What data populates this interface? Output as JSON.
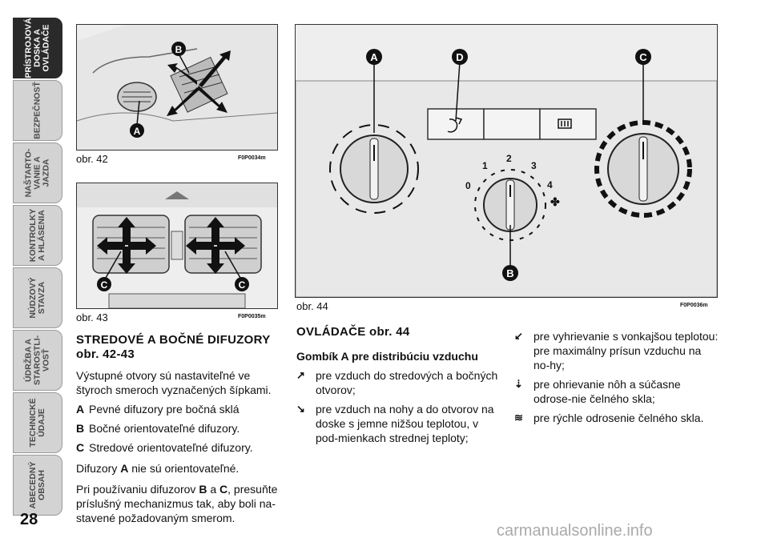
{
  "page_number": "28",
  "side_tabs": [
    {
      "label": "PRÍSTROJOVÁ\nDOSKA A\nOVLÁDAČE",
      "active": true
    },
    {
      "label": "BEZPEČNOSŤ",
      "active": false
    },
    {
      "label": "NAŠTARTO-\nVANIE A\nJAZDA",
      "active": false
    },
    {
      "label": "KONTROLKY\nA HLÁSENIA",
      "active": false
    },
    {
      "label": "NÚDZOVÝ\nSTAVZA",
      "active": false
    },
    {
      "label": "ÚDRŽBA A\nSTAROSTLI-\nVOSŤ",
      "active": false
    },
    {
      "label": "TECHNICKÉ\nÚDAJE",
      "active": false
    },
    {
      "label": "ABECEDNÝ\nOBSAH",
      "active": false
    }
  ],
  "fig42": {
    "caption": "obr. 42",
    "code": "F0P0034m",
    "label_a": "A",
    "label_b": "B"
  },
  "fig43": {
    "caption": "obr. 43",
    "code": "F0P0035m",
    "label_c": "C"
  },
  "fig44": {
    "caption": "obr. 44",
    "code": "F0P0036m",
    "label_a": "A",
    "label_b": "B",
    "label_c": "C",
    "label_d": "D",
    "fan_levels": [
      "0",
      "1",
      "2",
      "3",
      "4"
    ]
  },
  "left_text": {
    "heading": "STREDOVÉ A BOČNÉ DIFUZORY",
    "heading2": "obr. 42-43",
    "intro": "Výstupné otvory sú nastaviteľné ve štyroch smeroch vyznačených šípkami.",
    "items": [
      {
        "key": "A",
        "text": "Pevné difuzory pre bočná sklá"
      },
      {
        "key": "B",
        "text": "Bočné orientovateľné difuzory."
      },
      {
        "key": "C",
        "text": "Stredové orientovateľné difuzory."
      }
    ],
    "note_prefix": "Difuzory ",
    "note_key": "A",
    "note_suffix": " nie sú orientovateľné.",
    "use_a": "Pri používaniu difuzorov ",
    "use_b": "B",
    "use_c": " a ",
    "use_d": "C",
    "use_e": ", presuňte príslušný mechanizmus tak, aby boli na-stavené požadovaným smerom."
  },
  "mid_text": {
    "heading": "OVLÁDAČE obr. 44",
    "subheading": "Gombík A pre distribúciu vzduchu",
    "items": [
      {
        "icon": "face-vent-icon",
        "text": "pre vzduch do stredových a bočných otvorov;"
      },
      {
        "icon": "feet-vent-icon",
        "text": "pre vzduch na nohy a do otvorov na doske s jemne nižšou teplotou, v pod-mienkach strednej teploty;"
      }
    ]
  },
  "right_text": {
    "items": [
      {
        "icon": "feet-vent-icon",
        "text": "pre vyhrievanie s vonkajšou teplotou: pre maximálny prísun vzduchu na no-hy;"
      },
      {
        "icon": "feet-windshield-icon",
        "text": "pre ohrievanie nôh a súčasne odrose-nie čelného skla;"
      },
      {
        "icon": "windshield-defrost-icon",
        "text": "pre rýchle odrosenie čelného skla."
      }
    ]
  },
  "watermark": "carmanualsonline.info"
}
